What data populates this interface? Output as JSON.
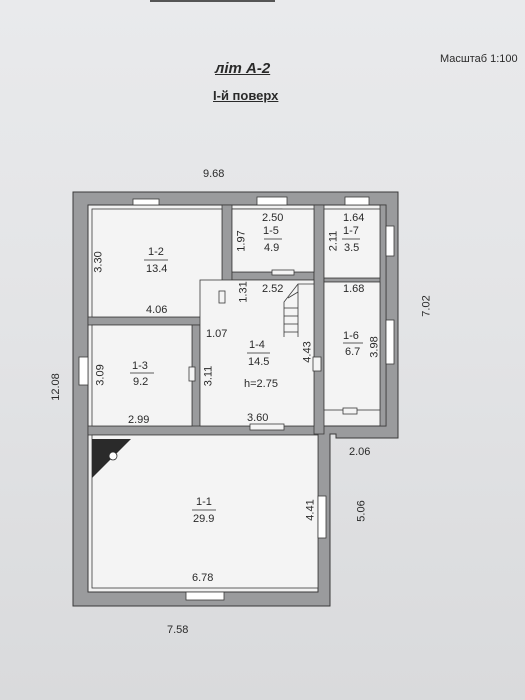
{
  "header": {
    "title": "літ А-2",
    "subtitle": "І-й поверх",
    "scale": "Масштаб 1:100"
  },
  "overall_dims": {
    "top_width": "9.68",
    "bottom_width": "7.58",
    "left_height": "12.08",
    "right_upper_height": "7.02",
    "right_lower_height": "5.06",
    "right_step_width": "2.06"
  },
  "rooms": {
    "r1_1": {
      "number": "1-1",
      "area": "29.9"
    },
    "r1_2": {
      "number": "1-2",
      "area": "13.4"
    },
    "r1_3": {
      "number": "1-3",
      "area": "9.2"
    },
    "r1_4": {
      "number": "1-4",
      "area": "14.5"
    },
    "r1_5": {
      "number": "1-5",
      "area": "4.9"
    },
    "r1_6": {
      "number": "1-6",
      "area": "6.7"
    },
    "r1_7": {
      "number": "1-7",
      "area": "3.5"
    }
  },
  "room_dims": {
    "r1_2_height": "3.30",
    "r1_2_width": "4.06",
    "r1_5_width": "2.50",
    "r1_5_height": "1.97",
    "r1_5_bottom": "2.52",
    "r1_7_width": "1.64",
    "r1_7_height": "2.11",
    "r1_6_width": "1.68",
    "r1_6_height": "3.98",
    "r1_4_left": "1.07",
    "r1_4_small": "1.31",
    "r1_4_right": "4.43",
    "r1_4_height_label": "h=2.75",
    "r1_4_bottom": "3.60",
    "r1_3_height": "3.09",
    "r1_3_width": "2.99",
    "r1_3_right": "3.11",
    "r1_1_width": "6.78",
    "r1_1_height": "4.41"
  }
}
